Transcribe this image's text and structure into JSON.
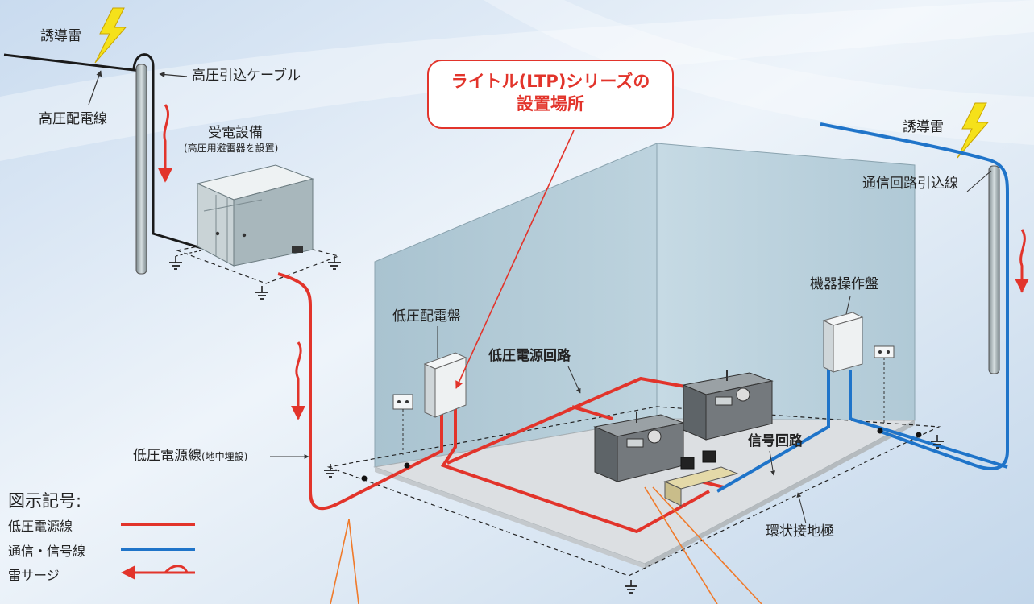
{
  "labels": {
    "induced_lightning_left": "誘導雷",
    "hv_distribution_line": "高圧配電線",
    "hv_service_cable": "高圧引込ケーブル",
    "receiving_equipment": "受電設備",
    "receiving_equipment_note": "(高圧用避雷器を設置)",
    "induced_lightning_right": "誘導雷",
    "comm_service_line": "通信回路引込線",
    "lv_distribution_panel": "低圧配電盤",
    "lv_power_circuit": "低圧電源回路",
    "equipment_control_panel": "機器操作盤",
    "signal_circuit": "信号回路",
    "lv_power_line": "低圧電源線",
    "lv_power_line_note": "(地中埋設)",
    "ring_earth_electrode": "環状接地極"
  },
  "callout": {
    "line1": "ライトル(LTP)シリーズの",
    "line2": "設置場所"
  },
  "legend": {
    "title": "図示記号:",
    "items": [
      {
        "label": "低圧電源線",
        "color": "#e2342b",
        "symbol": "line"
      },
      {
        "label": "通信・信号線",
        "color": "#1f74c9",
        "symbol": "line"
      },
      {
        "label": "雷サージ",
        "color": "#e2342b",
        "symbol": "surge-arrow"
      }
    ]
  },
  "colors": {
    "power": "#e2342b",
    "signal": "#1f74c9",
    "wall": "#b3cbd7",
    "floor": "#d9dcdf",
    "lightning": "#f5e11a",
    "callout_arrow": "#f07a2a"
  }
}
